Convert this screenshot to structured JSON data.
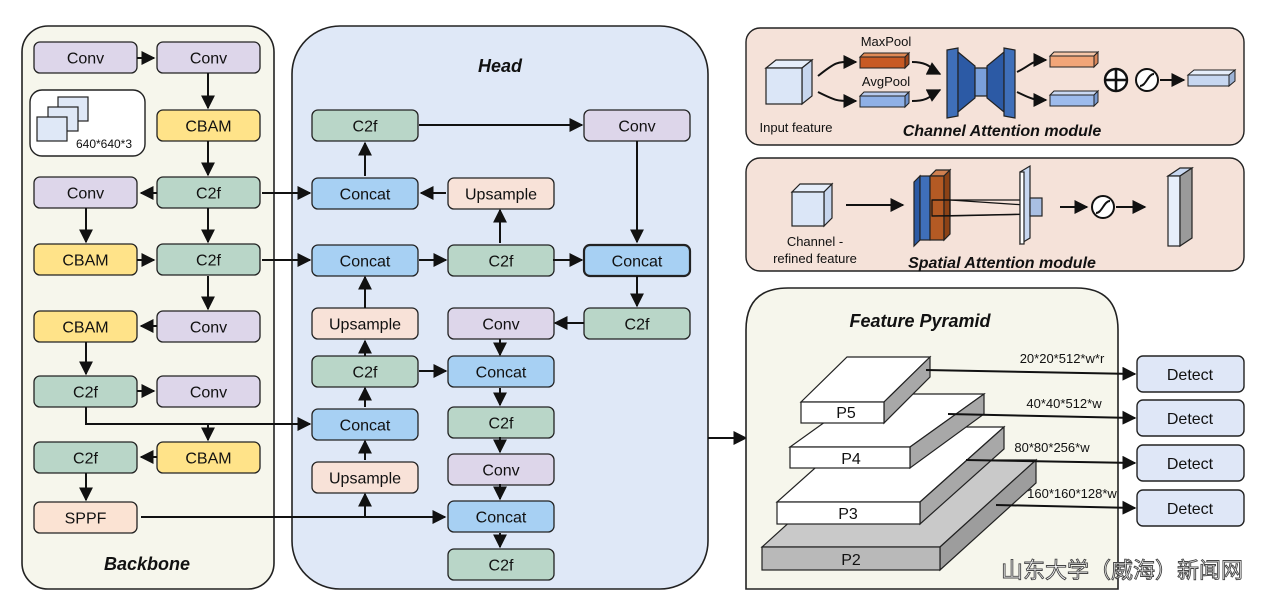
{
  "colors": {
    "conv": "#ddd6ea",
    "cbam": "#ffe389",
    "c2f": "#b9d6c8",
    "concat": "#a7d0f3",
    "upsample": "#f8e2d8",
    "sppf": "#fbe3d3",
    "backbone_bg": "#f6f6ec",
    "head_bg": "#dfe8f7",
    "attn_bg": "#f5e2d9",
    "pyramid_bg": "#f6f6ec",
    "detect": "#dfe7f7",
    "stroke": "#222222"
  },
  "backbone": {
    "title": "Backbone",
    "input_size": "640*640*3",
    "blocks": [
      {
        "id": "b_conv1",
        "label": "Conv",
        "kind": "conv"
      },
      {
        "id": "b_conv2",
        "label": "Conv",
        "kind": "conv"
      },
      {
        "id": "b_cbam1",
        "label": "CBAM",
        "kind": "cbam"
      },
      {
        "id": "b_c2f1",
        "label": "C2f",
        "kind": "c2f"
      },
      {
        "id": "b_conv3",
        "label": "Conv",
        "kind": "conv"
      },
      {
        "id": "b_cbam2",
        "label": "CBAM",
        "kind": "cbam"
      },
      {
        "id": "b_c2f2",
        "label": "C2f",
        "kind": "c2f"
      },
      {
        "id": "b_conv4",
        "label": "Conv",
        "kind": "conv"
      },
      {
        "id": "b_cbam3",
        "label": "CBAM",
        "kind": "cbam"
      },
      {
        "id": "b_c2f3",
        "label": "C2f",
        "kind": "c2f"
      },
      {
        "id": "b_conv5",
        "label": "Conv",
        "kind": "conv"
      },
      {
        "id": "b_c2f4",
        "label": "C2f",
        "kind": "c2f"
      },
      {
        "id": "b_cbam4",
        "label": "CBAM",
        "kind": "cbam"
      },
      {
        "id": "b_sppf",
        "label": "SPPF",
        "kind": "sppf"
      }
    ]
  },
  "head": {
    "title": "Head",
    "blocks": [
      {
        "id": "h_c2f_top",
        "label": "C2f",
        "kind": "c2f"
      },
      {
        "id": "h_conv_top",
        "label": "Conv",
        "kind": "conv"
      },
      {
        "id": "h_concat1",
        "label": "Concat",
        "kind": "concat"
      },
      {
        "id": "h_up1",
        "label": "Upsample",
        "kind": "upsample"
      },
      {
        "id": "h_concat2",
        "label": "Concat",
        "kind": "concat"
      },
      {
        "id": "h_c2f_mid",
        "label": "C2f",
        "kind": "c2f"
      },
      {
        "id": "h_concat_r",
        "label": "Concat",
        "kind": "concat"
      },
      {
        "id": "h_c2f_r",
        "label": "C2f",
        "kind": "c2f"
      },
      {
        "id": "h_up2",
        "label": "Upsample",
        "kind": "upsample"
      },
      {
        "id": "h_conv_m",
        "label": "Conv",
        "kind": "conv"
      },
      {
        "id": "h_c2f_l",
        "label": "C2f",
        "kind": "c2f"
      },
      {
        "id": "h_concat_m",
        "label": "Concat",
        "kind": "concat"
      },
      {
        "id": "h_concat3",
        "label": "Concat",
        "kind": "concat"
      },
      {
        "id": "h_c2f_m2",
        "label": "C2f",
        "kind": "c2f"
      },
      {
        "id": "h_up3",
        "label": "Upsample",
        "kind": "upsample"
      },
      {
        "id": "h_conv_m2",
        "label": "Conv",
        "kind": "conv"
      },
      {
        "id": "h_concat_b",
        "label": "Concat",
        "kind": "concat"
      },
      {
        "id": "h_c2f_b",
        "label": "C2f",
        "kind": "c2f"
      }
    ]
  },
  "channel_attention": {
    "title": "Channel Attention module",
    "input_label": "Input feature",
    "maxpool_label": "MaxPool",
    "avgpool_label": "AvgPool"
  },
  "spatial_attention": {
    "title": "Spatial Attention module",
    "input_label_line1": "Channel -",
    "input_label_line2": "refined feature"
  },
  "feature_pyramid": {
    "title": "Feature Pyramid",
    "levels": [
      "P5",
      "P4",
      "P3",
      "P2"
    ],
    "outputs": [
      {
        "size": "20*20*512*w*r",
        "label": "Detect"
      },
      {
        "size": "40*40*512*w",
        "label": "Detect"
      },
      {
        "size": "80*80*256*w",
        "label": "Detect"
      },
      {
        "size": "160*160*128*w",
        "label": "Detect"
      }
    ]
  },
  "watermark": "山东大学（威海）新闻网"
}
